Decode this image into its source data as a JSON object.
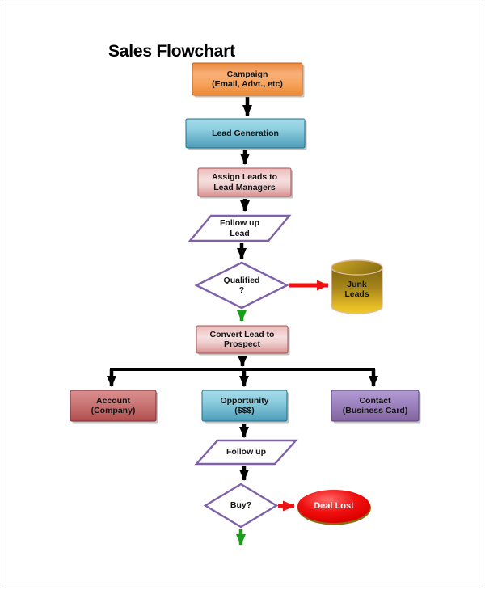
{
  "title": "Sales Flowchart",
  "nodes": {
    "campaign": {
      "label": "Campaign",
      "sublabel": "(Email, Advt., etc)",
      "shape": "process",
      "fill": "#F4A056"
    },
    "lead_generation": {
      "label": "Lead Generation",
      "sublabel": "",
      "shape": "process",
      "fill": "#6FB5CC"
    },
    "assign_leads": {
      "label": "Assign Leads to",
      "sublabel": "Lead Managers",
      "shape": "process",
      "fill": "#EFC9C9"
    },
    "follow_up_lead": {
      "label": "Follow up",
      "sublabel": "Lead",
      "shape": "input-parallelogram",
      "fill": "#FFFFFF"
    },
    "qualified": {
      "label": "Qualified",
      "sublabel": "?",
      "shape": "decision-diamond",
      "fill": "#FFFFFF"
    },
    "junk_leads": {
      "label": "Junk",
      "sublabel": "Leads",
      "shape": "database-cylinder",
      "fill": "#D8AE1F"
    },
    "convert_lead": {
      "label": "Convert Lead to",
      "sublabel": "Prospect",
      "shape": "process",
      "fill": "#EFC9C9"
    },
    "account": {
      "label": "Account",
      "sublabel": "(Company)",
      "shape": "process",
      "fill": "#C66666"
    },
    "opportunity": {
      "label": "Opportunity",
      "sublabel": "($$$)",
      "shape": "process",
      "fill": "#6FB5CC"
    },
    "contact": {
      "label": "Contact",
      "sublabel": "(Business Card)",
      "shape": "process",
      "fill": "#9579B8"
    },
    "follow_up": {
      "label": "Follow up",
      "sublabel": "",
      "shape": "input-parallelogram",
      "fill": "#FFFFFF"
    },
    "buy": {
      "label": "Buy?",
      "sublabel": "",
      "shape": "decision-diamond",
      "fill": "#FFFFFF"
    },
    "deal_lost": {
      "label": "Deal Lost",
      "sublabel": "",
      "shape": "terminator-ellipse",
      "fill": "#E60000"
    }
  },
  "edges": [
    {
      "from": "campaign",
      "to": "lead_generation",
      "color": "black"
    },
    {
      "from": "lead_generation",
      "to": "assign_leads",
      "color": "black"
    },
    {
      "from": "assign_leads",
      "to": "follow_up_lead",
      "color": "black"
    },
    {
      "from": "follow_up_lead",
      "to": "qualified",
      "color": "black"
    },
    {
      "from": "qualified",
      "to": "junk_leads",
      "color": "red"
    },
    {
      "from": "qualified",
      "to": "convert_lead",
      "color": "green"
    },
    {
      "from": "convert_lead",
      "to": "account",
      "color": "black"
    },
    {
      "from": "convert_lead",
      "to": "opportunity",
      "color": "black"
    },
    {
      "from": "convert_lead",
      "to": "contact",
      "color": "black"
    },
    {
      "from": "opportunity",
      "to": "follow_up",
      "color": "black"
    },
    {
      "from": "follow_up",
      "to": "buy",
      "color": "black"
    },
    {
      "from": "buy",
      "to": "deal_lost",
      "color": "red"
    },
    {
      "from": "buy",
      "to": null,
      "color": "green"
    }
  ],
  "colors": {
    "arrow_black": "#000000",
    "arrow_red": "#EE1111",
    "arrow_green": "#17A017",
    "outline_purple": "#7E61A8",
    "orange_border": "#BE6018",
    "blue_border": "#1F6F8A",
    "pink_border": "#A65252",
    "red_border": "#7E2F2F",
    "purple_border": "#5C4180",
    "cylinder_outline": "#E0BCA0",
    "page_border": "#C9C9C9"
  }
}
